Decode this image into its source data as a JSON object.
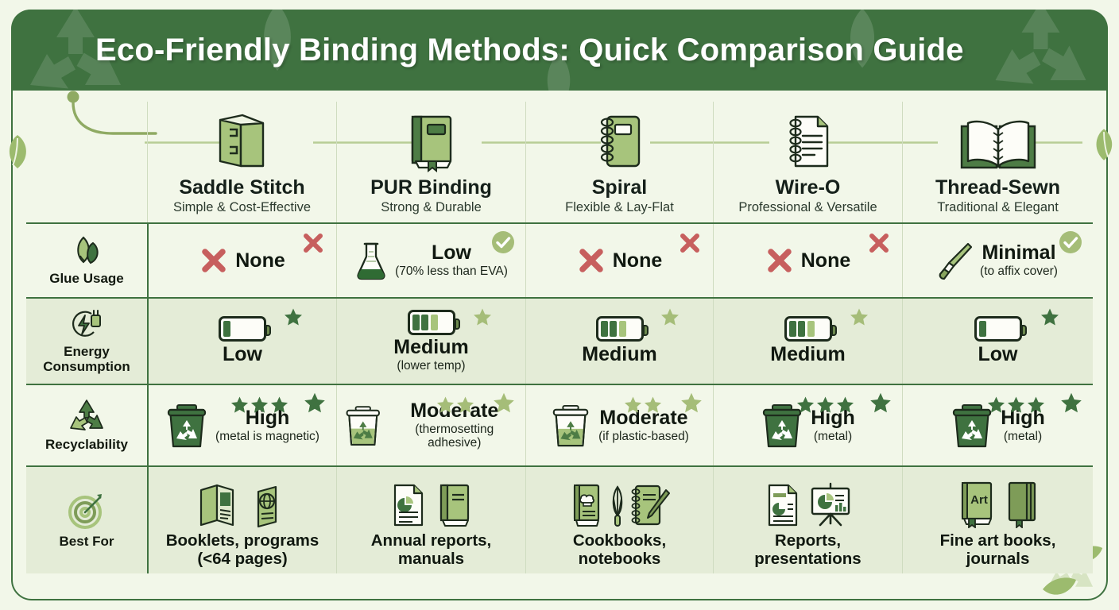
{
  "title": "Eco-Friendly Binding Methods: Quick Comparison Guide",
  "colors": {
    "header_green": "#3f7240",
    "accent_green": "#3f7240",
    "sage": "#a5bd78",
    "red_x": "#c75f5e",
    "bg_light": "#f2f7e9",
    "bg_dark": "#e4ecd7"
  },
  "columns": [
    {
      "name": "Saddle Stitch",
      "tagline": "Simple & Cost-Effective",
      "icon": "saddle-stitch-booklet-icon"
    },
    {
      "name": "PUR Binding",
      "tagline": "Strong & Durable",
      "icon": "hardcover-book-icon"
    },
    {
      "name": "Spiral",
      "tagline": "Flexible & Lay-Flat",
      "icon": "spiral-notebook-icon"
    },
    {
      "name": "Wire-O",
      "tagline": "Professional & Versatile",
      "icon": "wire-o-document-icon"
    },
    {
      "name": "Thread-Sewn",
      "tagline": "Traditional & Elegant",
      "icon": "open-book-icon"
    }
  ],
  "rows": [
    {
      "label": "Glue Usage",
      "icon": "leaf-icon",
      "cells": [
        {
          "value": "None",
          "sub": "",
          "mark": "x",
          "badge": "x",
          "icon": ""
        },
        {
          "value": "Low",
          "sub": "(70% less than EVA)",
          "mark": "",
          "badge": "check",
          "icon": "flask-icon"
        },
        {
          "value": "None",
          "sub": "",
          "mark": "x",
          "badge": "x",
          "icon": ""
        },
        {
          "value": "None",
          "sub": "",
          "mark": "x",
          "badge": "x",
          "icon": ""
        },
        {
          "value": "Minimal",
          "sub": "(to affix cover)",
          "mark": "",
          "badge": "check",
          "icon": "paintbrush-icon"
        }
      ]
    },
    {
      "label": "Energy Consumption",
      "icon": "power-plug-icon",
      "cells": [
        {
          "value": "Low",
          "sub": "",
          "battery": 1,
          "stars": 1,
          "star_tone": "dark"
        },
        {
          "value": "Medium",
          "sub": "(lower temp)",
          "battery": 3,
          "stars": 1,
          "star_tone": "light"
        },
        {
          "value": "Medium",
          "sub": "",
          "battery": 3,
          "stars": 1,
          "star_tone": "light"
        },
        {
          "value": "Medium",
          "sub": "",
          "battery": 3,
          "stars": 1,
          "star_tone": "light"
        },
        {
          "value": "Low",
          "sub": "",
          "battery": 1,
          "stars": 1,
          "star_tone": "dark"
        }
      ]
    },
    {
      "label": "Recyclability",
      "icon": "recycle-icon",
      "cells": [
        {
          "value": "High",
          "sub": "(metal is magnetic)",
          "bin": "full",
          "stars": 3,
          "star_tone": "dark",
          "badge_star": "dark"
        },
        {
          "value": "Moderate",
          "sub": "(thermosetting adhesive)",
          "bin": "half",
          "stars": 2,
          "star_tone": "light",
          "badge_star": "light"
        },
        {
          "value": "Moderate",
          "sub": "(if plastic-based)",
          "bin": "half",
          "stars": 2,
          "star_tone": "light",
          "badge_star": "light"
        },
        {
          "value": "High",
          "sub": "(metal)",
          "bin": "full",
          "stars": 3,
          "star_tone": "dark",
          "badge_star": "dark"
        },
        {
          "value": "High",
          "sub": "(metal)",
          "bin": "full",
          "stars": 3,
          "star_tone": "dark",
          "badge_star": "dark"
        }
      ]
    },
    {
      "label": "Best For",
      "icon": "target-icon",
      "cells": [
        {
          "text": "Booklets, programs (<64 pages)",
          "icons": "open-brochure-icon, globe-flyer-icon"
        },
        {
          "text": "Annual reports, manuals",
          "icons": "report-page-icon, bound-book-icon"
        },
        {
          "text": "Cookbooks, notebooks",
          "icons": "cookbook-icon, whisk-icon, notebook-pencil-icon"
        },
        {
          "text": "Reports, presentations",
          "icons": "report-chart-icon, presentation-board-icon"
        },
        {
          "text": "Fine art books, journals",
          "icons": "art-book-icon, journal-icon"
        }
      ]
    }
  ],
  "best_for_lines": [
    [
      "Booklets, programs",
      "(<64 pages)"
    ],
    [
      "Annual reports,",
      "manuals"
    ],
    [
      "Cookbooks,",
      "notebooks"
    ],
    [
      "Reports,",
      "presentations"
    ],
    [
      "Fine art books,",
      "journals"
    ]
  ],
  "art_book_label": "Art"
}
